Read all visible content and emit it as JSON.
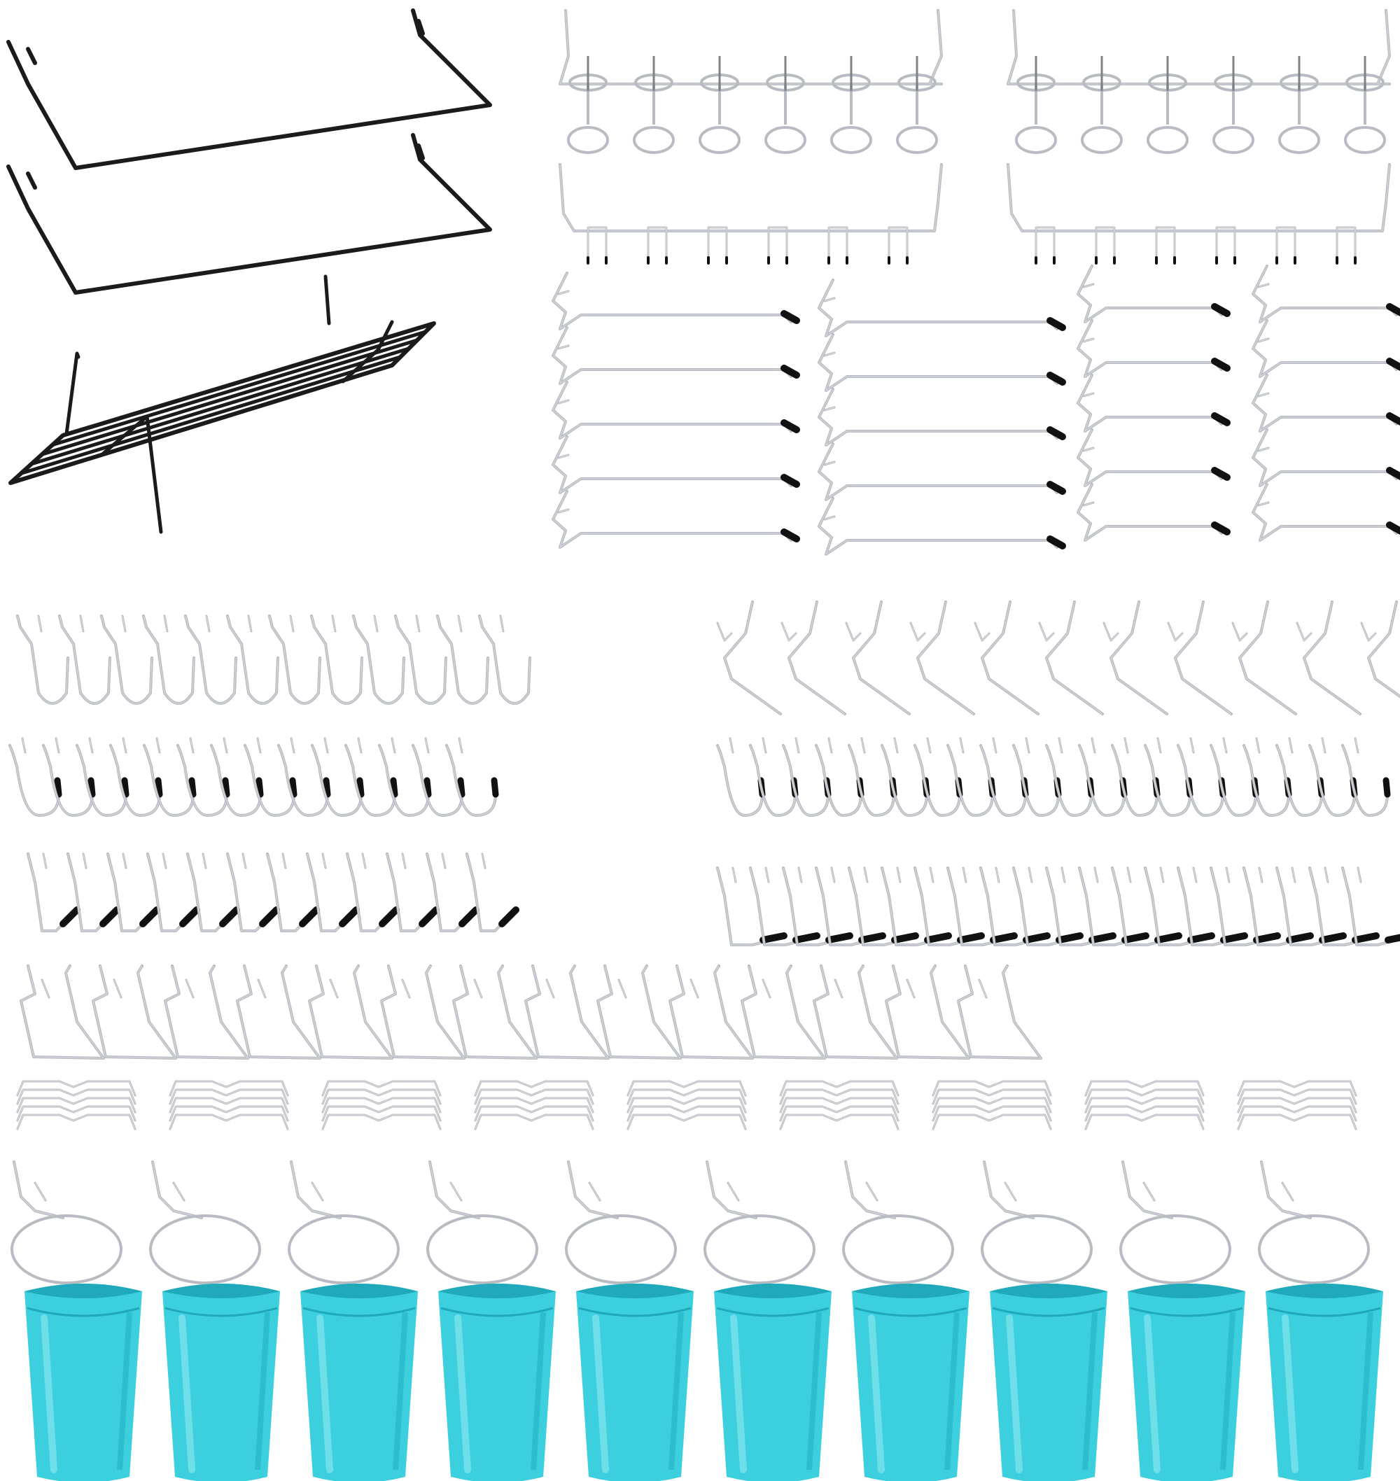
{
  "image": {
    "description_visible_text": "",
    "background": "#ffffff"
  },
  "colors": {
    "black_wire": "#1b1b1b",
    "dark_wire": "#2a2a2a",
    "silver_wire": "#b8bcc2",
    "silver_dark": "#7d8188",
    "rubber_tip": "#111111",
    "cup_body": "#3cd0df",
    "cup_dark": "#1fa9bb",
    "cup_light": "#8fe8f0"
  },
  "products": {
    "black_shelf_brackets": 2,
    "black_wire_shelf": 1,
    "multi_ring_bars": 2,
    "multi_prong_bars": 2,
    "long_straight_hooks": 10,
    "short_straight_hooks": 10,
    "j_hooks": 12,
    "angled_l_hooks": 11,
    "curved_hooks_small": 14,
    "curved_hooks_large": 20,
    "tipped_l_hooks": 12,
    "tipped_l_hooks_row2": 20,
    "v_hooks": 14,
    "lock_clip_bundles": 9,
    "ring_holders": 10,
    "cups": 10
  }
}
